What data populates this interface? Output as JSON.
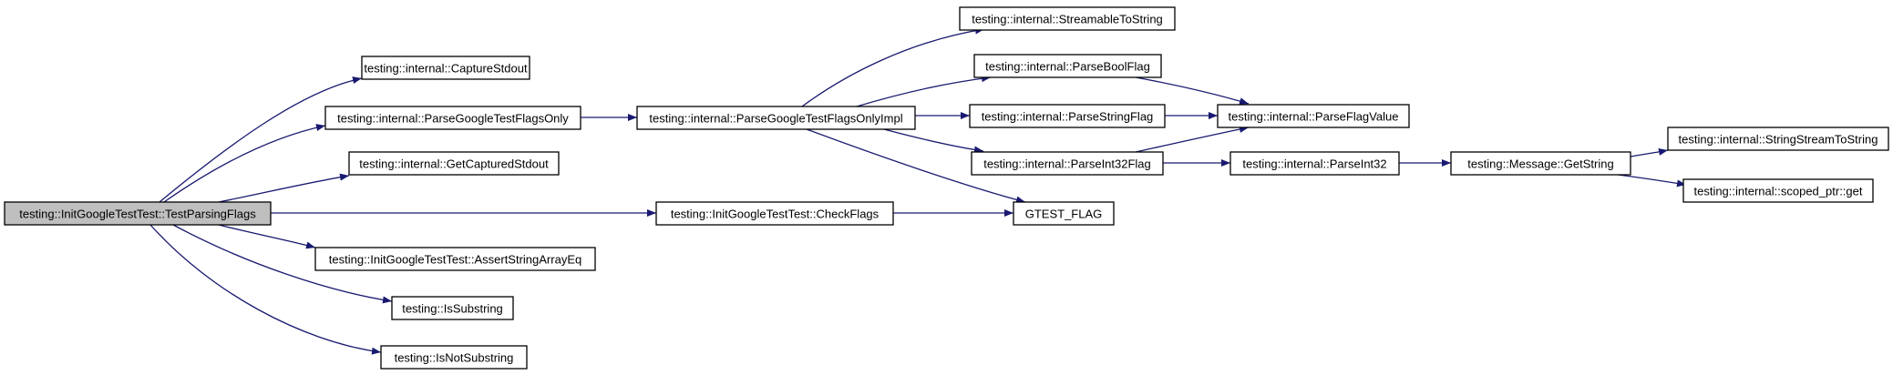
{
  "colors": {
    "edge": "#191970",
    "node_border": "#000000",
    "node_fill": "#ffffff",
    "root_fill": "#bfbfbf",
    "text": "#000000"
  },
  "nodes": [
    {
      "id": "root",
      "label": "testing::InitGoogleTestTest::TestParsingFlags",
      "root": true
    },
    {
      "id": "capture_stdout",
      "label": "testing::internal::CaptureStdout"
    },
    {
      "id": "parse_gt_flags_only",
      "label": "testing::internal::ParseGoogleTestFlagsOnly"
    },
    {
      "id": "get_captured_stdout",
      "label": "testing::internal::GetCapturedStdout"
    },
    {
      "id": "check_flags",
      "label": "testing::InitGoogleTestTest::CheckFlags"
    },
    {
      "id": "assert_string_array_eq",
      "label": "testing::InitGoogleTestTest::AssertStringArrayEq"
    },
    {
      "id": "is_substring",
      "label": "testing::IsSubstring"
    },
    {
      "id": "is_not_substring",
      "label": "testing::IsNotSubstring"
    },
    {
      "id": "parse_gt_flags_only_impl",
      "label": "testing::internal::ParseGoogleTestFlagsOnlyImpl"
    },
    {
      "id": "streamable_to_string",
      "label": "testing::internal::StreamableToString"
    },
    {
      "id": "parse_bool_flag",
      "label": "testing::internal::ParseBoolFlag"
    },
    {
      "id": "parse_string_flag",
      "label": "testing::internal::ParseStringFlag"
    },
    {
      "id": "parse_int32_flag",
      "label": "testing::internal::ParseInt32Flag"
    },
    {
      "id": "gtest_flag",
      "label": "GTEST_FLAG"
    },
    {
      "id": "parse_flag_value",
      "label": "testing::internal::ParseFlagValue"
    },
    {
      "id": "parse_int32",
      "label": "testing::internal::ParseInt32"
    },
    {
      "id": "message_get_string",
      "label": "testing::Message::GetString"
    },
    {
      "id": "string_stream_to_string",
      "label": "testing::internal::StringStreamToString"
    },
    {
      "id": "scoped_ptr_get",
      "label": "testing::internal::scoped_ptr::get"
    }
  ],
  "edges": [
    [
      "root",
      "capture_stdout"
    ],
    [
      "root",
      "parse_gt_flags_only"
    ],
    [
      "root",
      "get_captured_stdout"
    ],
    [
      "root",
      "check_flags"
    ],
    [
      "root",
      "assert_string_array_eq"
    ],
    [
      "root",
      "is_substring"
    ],
    [
      "root",
      "is_not_substring"
    ],
    [
      "parse_gt_flags_only",
      "parse_gt_flags_only_impl"
    ],
    [
      "parse_gt_flags_only_impl",
      "streamable_to_string"
    ],
    [
      "parse_gt_flags_only_impl",
      "parse_bool_flag"
    ],
    [
      "parse_gt_flags_only_impl",
      "parse_string_flag"
    ],
    [
      "parse_gt_flags_only_impl",
      "parse_int32_flag"
    ],
    [
      "parse_gt_flags_only_impl",
      "gtest_flag"
    ],
    [
      "check_flags",
      "gtest_flag"
    ],
    [
      "parse_bool_flag",
      "parse_flag_value"
    ],
    [
      "parse_string_flag",
      "parse_flag_value"
    ],
    [
      "parse_int32_flag",
      "parse_flag_value"
    ],
    [
      "parse_int32_flag",
      "parse_int32"
    ],
    [
      "parse_int32",
      "message_get_string"
    ],
    [
      "message_get_string",
      "string_stream_to_string"
    ],
    [
      "message_get_string",
      "scoped_ptr_get"
    ]
  ]
}
